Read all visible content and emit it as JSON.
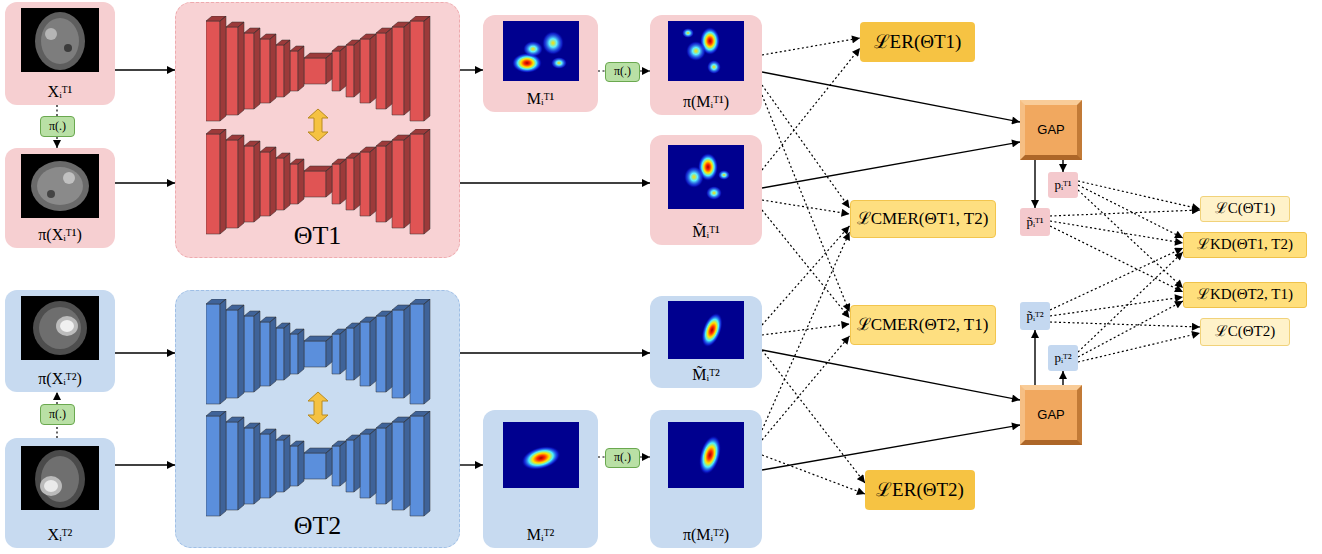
{
  "diagram": {
    "nodes": [
      {
        "text": [
          "Xᵢᵀ¹"
        ]
      },
      {
        "text": [
          "π(.)"
        ]
      },
      {
        "text": [
          "π(Xᵢᵀ¹)"
        ]
      },
      {
        "text": [
          "ΘT1"
        ]
      },
      {
        "text": [
          "Mᵢᵀ¹"
        ]
      },
      {
        "text": [
          "π(.)"
        ]
      },
      {
        "text": [
          "π(Mᵢᵀ¹)"
        ]
      },
      {
        "text": [
          "M̃ᵢᵀ¹"
        ]
      },
      {
        "text": [
          "ℒER(ΘT1)"
        ]
      },
      {
        "text": [
          "ℒCMER(ΘT1, T2)"
        ]
      },
      {
        "text": [
          "GAP"
        ]
      },
      {
        "text": [
          "pᵢᵀ¹"
        ]
      },
      {
        "text": [
          "p̃ᵢᵀ¹"
        ]
      },
      {
        "text": [
          "ℒC(ΘT1)"
        ]
      },
      {
        "text": [
          "ℒKD(ΘT1, T2)"
        ]
      },
      {
        "text": [
          "π(Xᵢᵀ²)"
        ]
      },
      {
        "text": [
          "π(.)"
        ]
      },
      {
        "text": [
          "Xᵢᵀ²"
        ]
      },
      {
        "text": [
          "ΘT2"
        ]
      },
      {
        "text": [
          "M̃ᵢᵀ²"
        ]
      },
      {
        "text": [
          "Mᵢᵀ²"
        ]
      },
      {
        "text": [
          "π(.)"
        ]
      },
      {
        "text": [
          "π(Mᵢᵀ²)"
        ]
      },
      {
        "text": [
          "ℒCMER(ΘT2, T1)"
        ]
      },
      {
        "text": [
          "ℒER(ΘT2)"
        ]
      },
      {
        "text": [
          "GAP"
        ]
      },
      {
        "text": [
          "p̃ᵢᵀ²"
        ]
      },
      {
        "text": [
          "pᵢᵀ²"
        ]
      },
      {
        "text": [
          "ℒKD(ΘT2, T1)"
        ]
      },
      {
        "text": [
          "ℒC(ΘT2)"
        ]
      }
    ],
    "edges": [
      {
        "from": 0,
        "to": 1,
        "arrow": "none"
      },
      {
        "from": 1,
        "to": 2,
        "arrow": "to"
      },
      {
        "from": 0,
        "to": 3,
        "arrow": "to"
      },
      {
        "from": 2,
        "to": 3,
        "arrow": "to"
      },
      {
        "from": 3,
        "to": 4,
        "arrow": "to"
      },
      {
        "from": 3,
        "to": 7,
        "arrow": "to"
      },
      {
        "from": 4,
        "to": 5,
        "arrow": "none"
      },
      {
        "from": 5,
        "to": 6,
        "arrow": "to"
      },
      {
        "from": 6,
        "to": 10,
        "arrow": "to"
      },
      {
        "from": 7,
        "to": 10,
        "arrow": "to"
      },
      {
        "from": 10,
        "to": 11,
        "arrow": "to"
      },
      {
        "from": 10,
        "to": 12,
        "arrow": "to"
      },
      {
        "from": 6,
        "to": 8,
        "arrow": "to"
      },
      {
        "from": 7,
        "to": 8,
        "arrow": "to"
      },
      {
        "from": 6,
        "to": 9,
        "arrow": "to"
      },
      {
        "from": 7,
        "to": 9,
        "arrow": "to"
      },
      {
        "from": 22,
        "to": 9,
        "arrow": "to"
      },
      {
        "from": 19,
        "to": 9,
        "arrow": "to"
      },
      {
        "from": 6,
        "to": 23,
        "arrow": "to"
      },
      {
        "from": 7,
        "to": 23,
        "arrow": "to"
      },
      {
        "from": 19,
        "to": 23,
        "arrow": "to"
      },
      {
        "from": 22,
        "to": 23,
        "arrow": "to"
      },
      {
        "from": 19,
        "to": 24,
        "arrow": "to"
      },
      {
        "from": 22,
        "to": 24,
        "arrow": "to"
      },
      {
        "from": 11,
        "to": 13,
        "arrow": "to"
      },
      {
        "from": 11,
        "to": 14,
        "arrow": "to"
      },
      {
        "from": 11,
        "to": 28,
        "arrow": "to"
      },
      {
        "from": 12,
        "to": 13,
        "arrow": "to"
      },
      {
        "from": 12,
        "to": 14,
        "arrow": "to"
      },
      {
        "from": 12,
        "to": 28,
        "arrow": "to"
      },
      {
        "from": 26,
        "to": 14,
        "arrow": "to"
      },
      {
        "from": 26,
        "to": 28,
        "arrow": "to"
      },
      {
        "from": 26,
        "to": 29,
        "arrow": "to"
      },
      {
        "from": 27,
        "to": 14,
        "arrow": "to"
      },
      {
        "from": 27,
        "to": 28,
        "arrow": "to"
      },
      {
        "from": 27,
        "to": 29,
        "arrow": "to"
      },
      {
        "from": 17,
        "to": 16,
        "arrow": "none"
      },
      {
        "from": 16,
        "to": 15,
        "arrow": "to"
      },
      {
        "from": 15,
        "to": 18,
        "arrow": "to"
      },
      {
        "from": 17,
        "to": 18,
        "arrow": "to"
      },
      {
        "from": 18,
        "to": 19,
        "arrow": "to"
      },
      {
        "from": 18,
        "to": 20,
        "arrow": "to"
      },
      {
        "from": 20,
        "to": 21,
        "arrow": "none"
      },
      {
        "from": 21,
        "to": 22,
        "arrow": "to"
      },
      {
        "from": 19,
        "to": 25,
        "arrow": "to"
      },
      {
        "from": 22,
        "to": 25,
        "arrow": "to"
      },
      {
        "from": 25,
        "to": 26,
        "arrow": "to"
      },
      {
        "from": 25,
        "to": 27,
        "arrow": "to"
      }
    ]
  }
}
